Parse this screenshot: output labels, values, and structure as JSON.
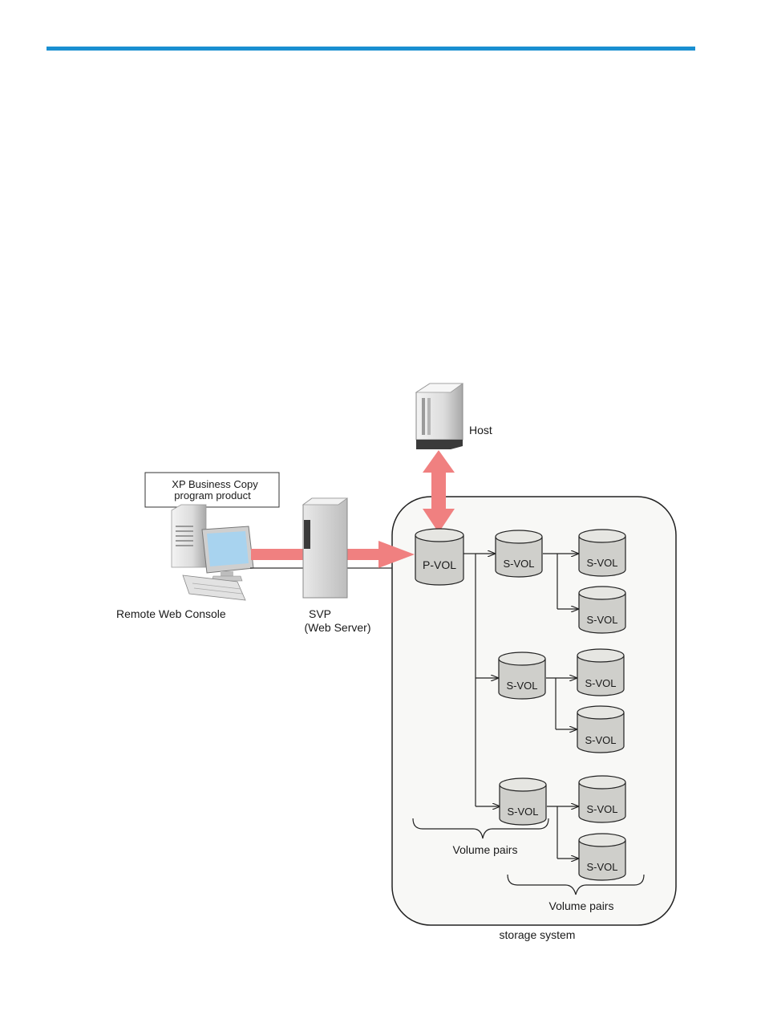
{
  "colors": {
    "rule": "#1a8fd1",
    "flow_arrow": "#f08080",
    "panel_fill": "#f8f8f6",
    "cylinder": "#cfcfcb",
    "cylinder_top": "#e6e6e2"
  },
  "labels": {
    "host": "Host",
    "program_box_line1": "XP Business Copy",
    "program_box_line2": "program product",
    "remote_console": "Remote Web Console",
    "svp_line1": "SVP",
    "svp_line2": "(Web Server)",
    "pvol": "P-VOL",
    "svol": "S-VOL",
    "volume_pairs": "Volume pairs",
    "storage_system": "storage system"
  },
  "icons": [
    "host-server-icon",
    "workstation-icon",
    "svp-server-icon",
    "volume-cylinder-icon"
  ]
}
